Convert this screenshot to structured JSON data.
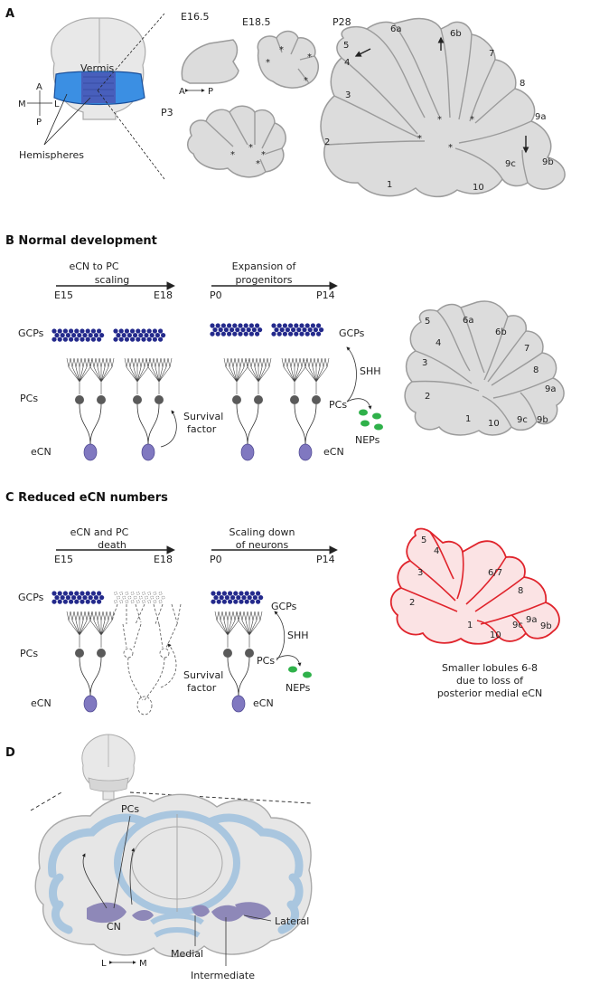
{
  "panelA": {
    "letter": "A",
    "vermis": "Vermis",
    "hemispheres": "Hemispheres",
    "axis": {
      "a": "A",
      "p": "P",
      "m": "M",
      "l": "L"
    },
    "stages": {
      "e165": "E16.5",
      "e185": "E18.5",
      "p28": "P28",
      "p3": "P3",
      "ap_a": "A",
      "ap_p": "P"
    },
    "lobules": [
      "1",
      "2",
      "3",
      "4",
      "5",
      "6a",
      "6b",
      "7",
      "8",
      "9a",
      "9b",
      "9c",
      "10"
    ],
    "star": "*"
  },
  "panelB": {
    "title": "B Normal development",
    "arrow1": {
      "label1": "eCN to PC",
      "label2": "scaling",
      "start": "E15",
      "end": "E18"
    },
    "arrow2": {
      "label1": "Expansion of",
      "label2": "progenitors",
      "start": "P0",
      "end": "P14"
    },
    "gcps": "GCPs",
    "pcs": "PCs",
    "ecn": "eCN",
    "survival1": "Survival",
    "survival2": "factor",
    "shh": "SHH",
    "neps": "NEPs",
    "lobules": [
      "1",
      "2",
      "3",
      "4",
      "5",
      "6a",
      "6b",
      "7",
      "8",
      "9a",
      "9b",
      "9c",
      "10"
    ]
  },
  "panelC": {
    "title": "C Reduced eCN numbers",
    "arrow1": {
      "label1": "eCN and PC",
      "label2": "death",
      "start": "E15",
      "end": "E18"
    },
    "arrow2": {
      "label1": "Scaling down",
      "label2": "of neurons",
      "start": "P0",
      "end": "P14"
    },
    "gcps": "GCPs",
    "pcs": "PCs",
    "ecn": "eCN",
    "survival1": "Survival",
    "survival2": "factor",
    "shh": "SHH",
    "neps": "NEPs",
    "lobules": [
      "1",
      "2",
      "3",
      "4",
      "5",
      "6/7",
      "8",
      "9a",
      "9b",
      "9c",
      "10"
    ],
    "caption": [
      "Smaller lobules 6-8",
      "due to loss of",
      "posterior medial eCN"
    ]
  },
  "panelD": {
    "letter": "D",
    "pcs": "PCs",
    "cn": "CN",
    "lateral": "Lateral",
    "medial": "Medial",
    "intermediate": "Intermediate",
    "axis": {
      "l": "L",
      "m": "M"
    }
  }
}
